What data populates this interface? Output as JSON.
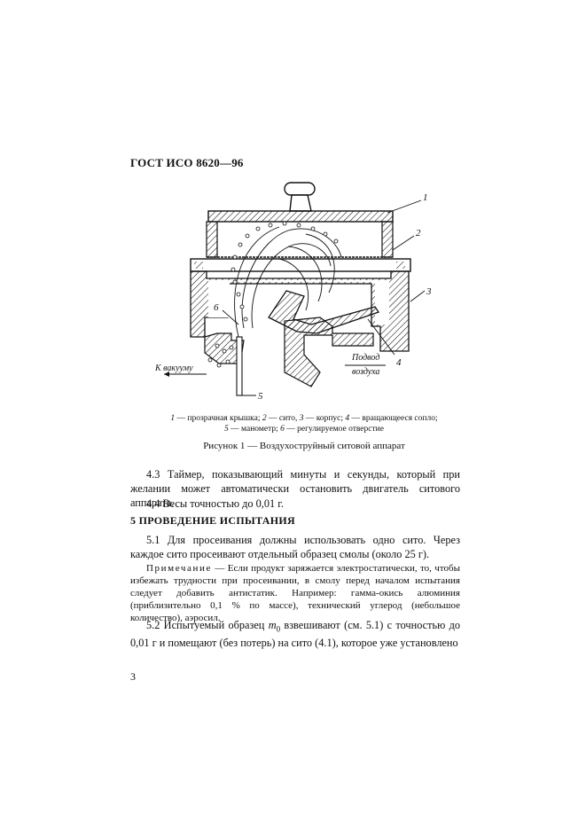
{
  "header": {
    "title": "ГОСТ ИСО 8620—96"
  },
  "figure": {
    "callouts": [
      "1",
      "2",
      "3",
      "4",
      "5",
      "6"
    ],
    "vacuum_label": "К вакууму",
    "air_label_line1": "Подвод",
    "air_label_line2": "воздуха",
    "legend_line1_parts": [
      "1",
      " — прозрачная крышка; ",
      "2",
      " — сито, ",
      "3",
      " — корпус; ",
      "4",
      " — вращающееся сопло;"
    ],
    "legend_line2_parts": [
      "5",
      " — манометр; ",
      "6",
      " — регулируемое отверстие"
    ],
    "caption": "Рисунок 1 — Воздухоструйный ситовой аппарат"
  },
  "body": {
    "p_4_3": "4.3 Таймер, показывающий минуты и секунды, который при желании может автоматически остановить двигатель ситового аппарата.",
    "p_4_4": "4.4 Весы точностью до 0,01 г.",
    "section_heading": "5 ПРОВЕДЕНИЕ ИСПЫТАНИЯ",
    "p_5_1": "5.1 Для просеивания должны использовать одно сито. Через каждое сито просеивают отдельный образец смолы (около 25 г).",
    "note_label": "Примечание",
    "note_text": " — Если продукт заряжается электростатически, то, чтобы избежать трудности при просеивании, в смолу перед началом испытания следует добавить антистатик. Например: гамма-окись алюминия (приблизительно 0,1 % по массе), технический углерод (небольшое количество), аэросил.",
    "p_5_2_a": "5.2 Испытуемый образец ",
    "p_5_2_sym": "m",
    "p_5_2_sub": "0",
    "p_5_2_b": " взвешивают (см. 5.1) с точностью до 0,01 г и помещают (без потерь) на сито (4.1), которое уже установлено",
    "page_number": "3"
  }
}
